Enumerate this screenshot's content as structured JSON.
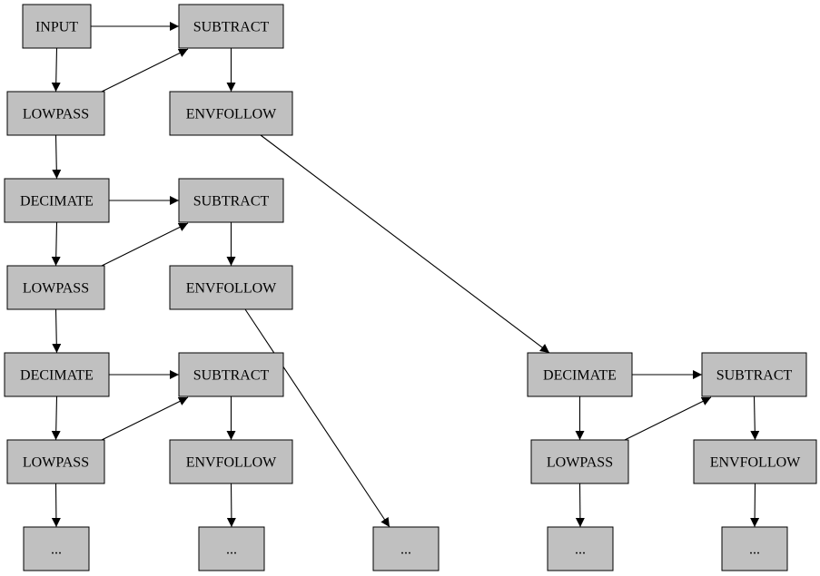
{
  "diagram": {
    "node_fill": "#c0c0c0",
    "stroke": "#000000",
    "nodes": [
      {
        "id": "input",
        "label": "INPUT"
      },
      {
        "id": "sub1",
        "label": "SUBTRACT"
      },
      {
        "id": "lp1",
        "label": "LOWPASS"
      },
      {
        "id": "env1",
        "label": "ENVFOLLOW"
      },
      {
        "id": "dec2",
        "label": "DECIMATE"
      },
      {
        "id": "sub2",
        "label": "SUBTRACT"
      },
      {
        "id": "lp2",
        "label": "LOWPASS"
      },
      {
        "id": "env2",
        "label": "ENVFOLLOW"
      },
      {
        "id": "dec3",
        "label": "DECIMATE"
      },
      {
        "id": "sub3",
        "label": "SUBTRACT"
      },
      {
        "id": "lp3",
        "label": "LOWPASS"
      },
      {
        "id": "env3",
        "label": "ENVFOLLOW"
      },
      {
        "id": "more1",
        "label": "..."
      },
      {
        "id": "more2",
        "label": "..."
      },
      {
        "id": "more3",
        "label": "..."
      },
      {
        "id": "decR",
        "label": "DECIMATE"
      },
      {
        "id": "subR",
        "label": "SUBTRACT"
      },
      {
        "id": "lpR",
        "label": "LOWPASS"
      },
      {
        "id": "envR",
        "label": "ENVFOLLOW"
      },
      {
        "id": "more4",
        "label": "..."
      },
      {
        "id": "more5",
        "label": "..."
      }
    ],
    "edges": [
      {
        "from": "input",
        "to": "sub1"
      },
      {
        "from": "input",
        "to": "lp1"
      },
      {
        "from": "lp1",
        "to": "sub1"
      },
      {
        "from": "sub1",
        "to": "env1"
      },
      {
        "from": "lp1",
        "to": "dec2"
      },
      {
        "from": "env1",
        "to": "decR"
      },
      {
        "from": "dec2",
        "to": "sub2"
      },
      {
        "from": "dec2",
        "to": "lp2"
      },
      {
        "from": "lp2",
        "to": "sub2"
      },
      {
        "from": "sub2",
        "to": "env2"
      },
      {
        "from": "lp2",
        "to": "dec3"
      },
      {
        "from": "env2",
        "to": "more3"
      },
      {
        "from": "dec3",
        "to": "sub3"
      },
      {
        "from": "dec3",
        "to": "lp3"
      },
      {
        "from": "lp3",
        "to": "sub3"
      },
      {
        "from": "sub3",
        "to": "env3"
      },
      {
        "from": "lp3",
        "to": "more1"
      },
      {
        "from": "env3",
        "to": "more2"
      },
      {
        "from": "decR",
        "to": "subR"
      },
      {
        "from": "decR",
        "to": "lpR"
      },
      {
        "from": "lpR",
        "to": "subR"
      },
      {
        "from": "subR",
        "to": "envR"
      },
      {
        "from": "lpR",
        "to": "more4"
      },
      {
        "from": "envR",
        "to": "more5"
      }
    ]
  }
}
